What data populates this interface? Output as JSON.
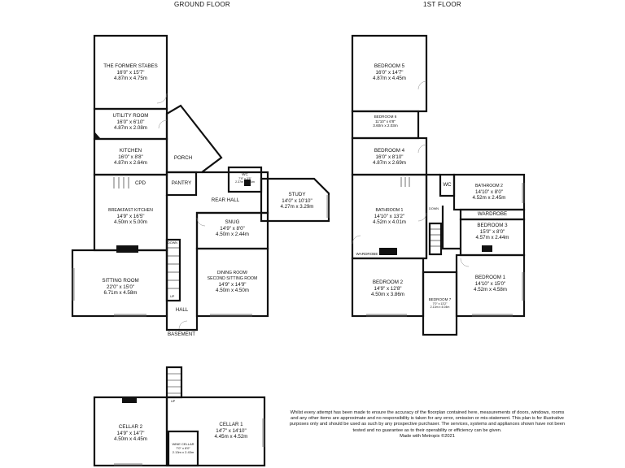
{
  "floors": {
    "ground_title": "GROUND FLOOR",
    "first_title": "1ST FLOOR"
  },
  "ground_rooms": {
    "former_stables": {
      "name": "THE FORMER STABES",
      "imperial": "16'0\" x 15'7\"",
      "metric": "4.87m x 4.75m"
    },
    "utility": {
      "name": "UTILITY ROOM",
      "imperial": "16'0\" x 6'10\"",
      "metric": "4.87m x 2.08m"
    },
    "porch": {
      "name": "PORCH"
    },
    "kitchen": {
      "name": "KITCHEN",
      "imperial": "16'0\" x 8'8\"",
      "metric": "4.87m x 2.64m"
    },
    "pantry": {
      "name": "PANTRY"
    },
    "cpd": {
      "name": "CPD"
    },
    "wc": {
      "name": "WC",
      "imperial": "7'9\" x 3'5\"",
      "metric": "2.37m x 1.04m"
    },
    "study": {
      "name": "STUDY",
      "imperial": "14'0\" x 10'10\"",
      "metric": "4.27m x 3.29m"
    },
    "rear_hall": {
      "name": "REAR HALL"
    },
    "breakfast_kitchen": {
      "name": "BREAKFAST KITCHEN",
      "imperial": "14'9\" x 16'5\"",
      "metric": "4.50m x 5.00m"
    },
    "snug": {
      "name": "SNUG",
      "imperial": "14'9\" x 8'0\"",
      "metric": "4.50m x 2.44m"
    },
    "dining_room": {
      "name": "DINING ROOM/",
      "name2": "SECOND SITTING ROOM",
      "imperial": "14'9\" x 14'9\"",
      "metric": "4.50m x 4.50m"
    },
    "sitting_room": {
      "name": "SITTING ROOM",
      "imperial": "22'0\" x 15'0\"",
      "metric": "6.71m x 4.58m"
    },
    "hall": {
      "name": "HALL"
    },
    "basement": {
      "name": "BASEMENT"
    },
    "stair_down": "DOWN",
    "stair_up": "UP"
  },
  "first_rooms": {
    "bedroom5": {
      "name": "BEDROOM 5",
      "imperial": "16'0\" x 14'7\"",
      "metric": "4.87m x 4.45m"
    },
    "bedroom6": {
      "name": "BEDROOM 6",
      "imperial": "11'10\" x 6'8\"",
      "metric": "3.60m x 2.03m"
    },
    "bedroom4": {
      "name": "BEDROOM 4",
      "imperial": "16'0\" x 8'10\"",
      "metric": "4.87m x 2.69m"
    },
    "wc": {
      "name": "WC"
    },
    "bathroom2": {
      "name": "BATHROOM 2",
      "imperial": "14'10\" x 8'0\"",
      "metric": "4.52m x 2.45m"
    },
    "bathroom1": {
      "name": "BATHROOM 1",
      "imperial": "14'10\" x 13'2\"",
      "metric": "4.52m x 4.01m"
    },
    "wardrobe": {
      "name": "WARDROBE"
    },
    "wardrobe_small": {
      "name": "WARDROBE"
    },
    "bedroom3": {
      "name": "BEDROOM 3",
      "imperial": "15'0\" x 8'0\"",
      "metric": "4.57m x 2.44m"
    },
    "bedroom2": {
      "name": "BEDROOM 2",
      "imperial": "14'9\" x 12'8\"",
      "metric": "4.50m x 3.86m"
    },
    "bedroom7": {
      "name": "BEDROOM 7",
      "imperial": "7'0\" x 13'2\"",
      "metric": "2.13m x 4.04m"
    },
    "bedroom1": {
      "name": "BEDROOM 1",
      "imperial": "14'10\" x 15'0\"",
      "metric": "4.52m x 4.58m"
    },
    "stair_down": "DOWN"
  },
  "cellar_rooms": {
    "cellar2": {
      "name": "CELLAR 2",
      "imperial": "14'9\" x 14'7\"",
      "metric": "4.50m x 4.45m"
    },
    "wine_cellar": {
      "name": "WINE CELLAR",
      "imperial": "7'0\" x 8'0\"",
      "metric": "2.13m x 2.43m"
    },
    "cellar1": {
      "name": "CELLAR 1",
      "imperial": "14'7\" x 14'10\"",
      "metric": "4.45m x 4.52m"
    },
    "stair_up": "UP"
  },
  "disclaimer": {
    "text": "Whilst every attempt has been made to ensure the accuracy of the floorplan contained here, measurements of doors, windows, rooms and any other items are approximate and no responsibility is taken for any error, omission or mis-statement. This plan is for illustrative purposes only and should be used as such by any prospective purchaser. The services, systems and appliances shown have not been tested and no guarantee as to their operability or efficiency can be given.",
    "credit": "Made with Metropix ©2021"
  }
}
